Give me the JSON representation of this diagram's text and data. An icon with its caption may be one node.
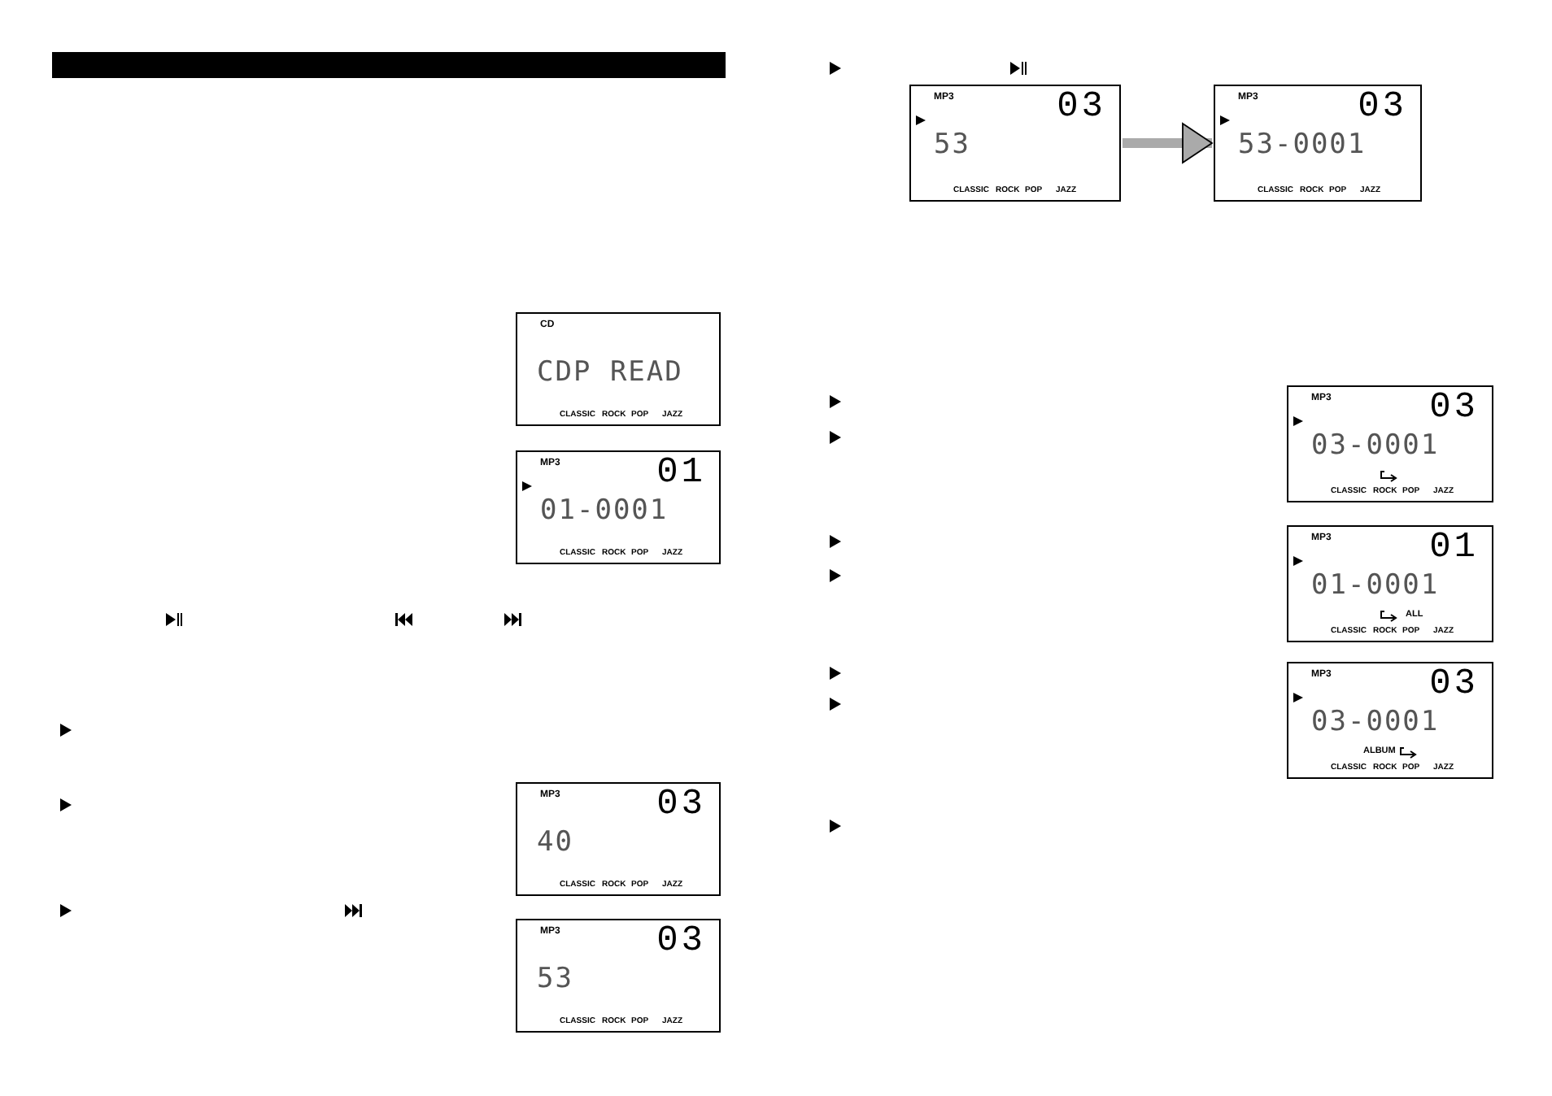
{
  "diagram": {
    "nodes": [
      {
        "text": [
          "CD",
          "CDP READ",
          "CLASSIC",
          "ROCK",
          "POP",
          "JAZZ"
        ]
      },
      {
        "text": [
          "MP3",
          "01",
          "01-0001",
          "CLASSIC",
          "ROCK",
          "POP",
          "JAZZ"
        ]
      },
      {
        "text": [
          "MP3",
          "03",
          "40",
          "CLASSIC",
          "ROCK",
          "POP",
          "JAZZ"
        ]
      },
      {
        "text": [
          "MP3",
          "03",
          "53",
          "CLASSIC",
          "ROCK",
          "POP",
          "JAZZ"
        ]
      },
      {
        "text": [
          "MP3",
          "03",
          "53",
          "CLASSIC",
          "ROCK",
          "POP",
          "JAZZ"
        ]
      },
      {
        "text": [
          "MP3",
          "03",
          "53-0001",
          "CLASSIC",
          "ROCK",
          "POP",
          "JAZZ"
        ]
      },
      {
        "text": [
          "MP3",
          "03",
          "03-0001",
          "CLASSIC",
          "ROCK",
          "POP",
          "JAZZ"
        ]
      },
      {
        "text": [
          "MP3",
          "01",
          "01-0001",
          "ALL",
          "CLASSIC",
          "ROCK",
          "POP",
          "JAZZ"
        ]
      },
      {
        "text": [
          "MP3",
          "03",
          "03-0001",
          "ALBUM",
          "CLASSIC",
          "ROCK",
          "POP",
          "JAZZ"
        ]
      }
    ],
    "edges": [
      {
        "from": 4,
        "to": 5,
        "arrow": "to"
      }
    ]
  }
}
